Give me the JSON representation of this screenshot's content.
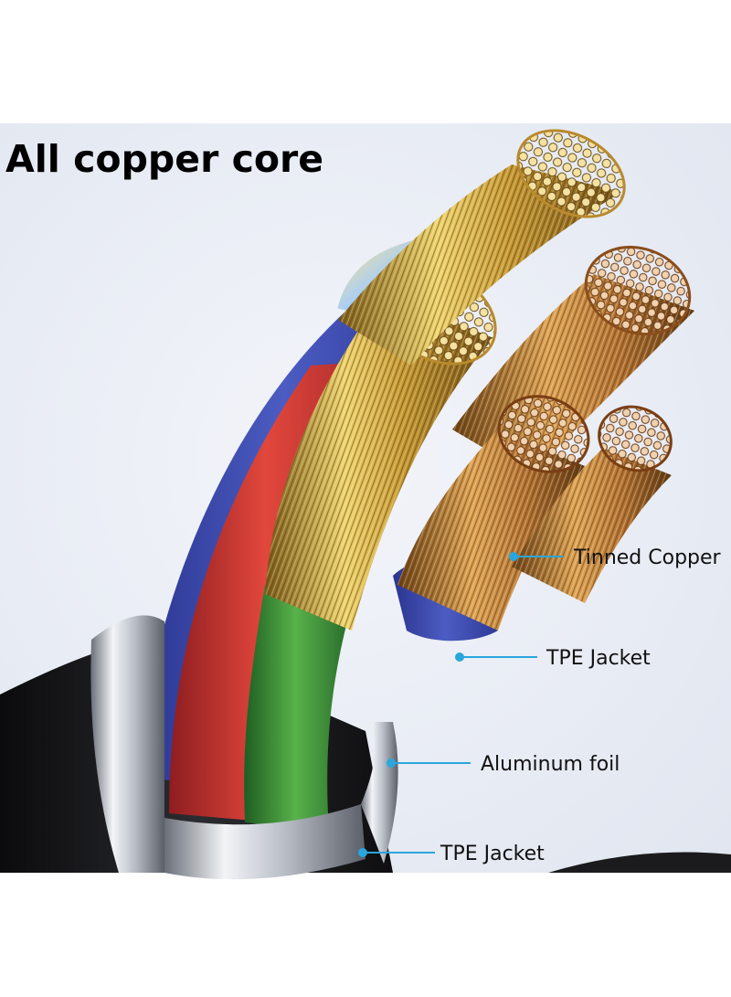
{
  "title": "All copper core",
  "labels": [
    {
      "text": "Tinned Copper"
    },
    {
      "text": "TPE Jacket"
    },
    {
      "text": "Aluminum foil"
    },
    {
      "text": "TPE Jacket"
    }
  ],
  "colors": {
    "background": "#e9edf6",
    "copper": "#c98a3c",
    "gold": "#d7b54a",
    "red_wire": "#d23b34",
    "green_wire": "#3f9a3a",
    "blue_wire": "#3c4aa8",
    "callout": "#2aa6dc"
  }
}
